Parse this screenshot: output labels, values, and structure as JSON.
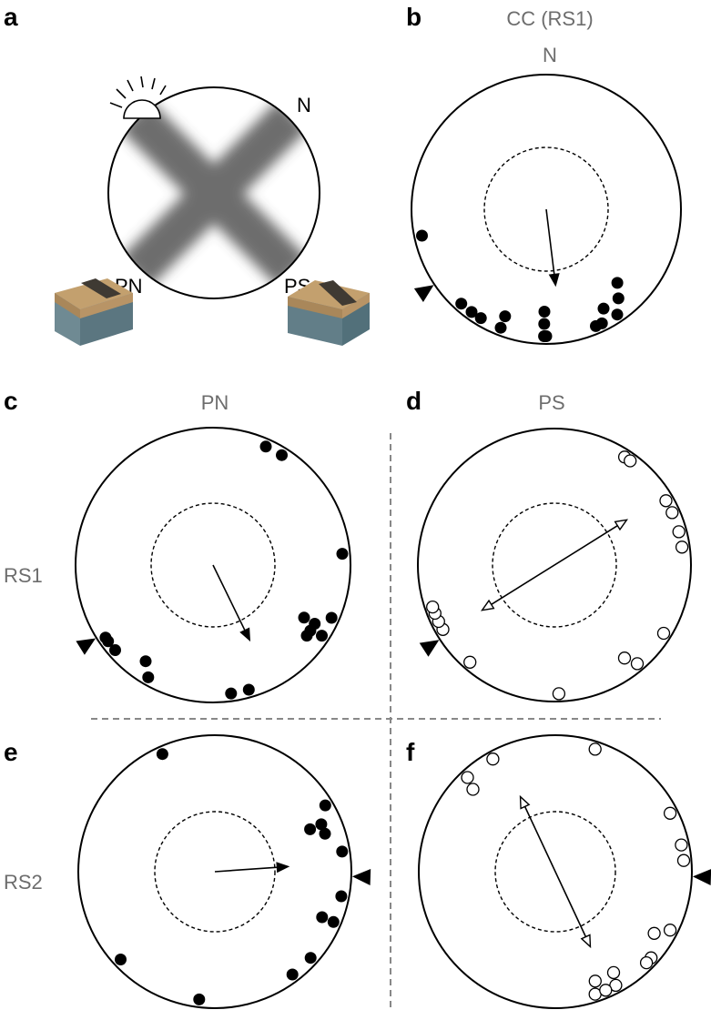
{
  "panel_letters": {
    "a": "a",
    "b": "b",
    "c": "c",
    "d": "d",
    "e": "e",
    "f": "f"
  },
  "labels": {
    "b_title": "CC (RS1)",
    "b_north": "N",
    "a_north": "N",
    "a_pn": "PN",
    "a_ps": "PS",
    "col_pn": "PN",
    "col_ps": "PS",
    "row_rs1": "RS1",
    "row_rs2": "RS2"
  },
  "colors": {
    "filled": "#000000",
    "open": "#ffffff",
    "stroke": "#000000",
    "divider": "#888888"
  },
  "icons": [
    "sun-icon",
    "box-icon",
    "arrowhead-marker-icon"
  ],
  "chart_data": [
    {
      "panel": "b",
      "type": "scatter",
      "title": "CC (RS1)",
      "marker": "filled",
      "dots": [
        258,
        222,
        216,
        211,
        201,
        201,
        181,
        181,
        181,
        180,
        157,
        154,
        150,
        146,
        141,
        136
      ],
      "stacks": [
        1,
        1,
        1,
        1,
        1,
        2,
        1,
        2,
        3,
        1,
        1,
        1,
        2,
        1,
        2,
        3
      ],
      "mean_arrow": {
        "angle_deg": 173,
        "length_ratio": 0.87,
        "type": "single"
      },
      "marker_deg": 236
    },
    {
      "panel": "c",
      "type": "scatter",
      "marker": "filled",
      "dots": [
        24,
        32,
        85,
        114,
        124,
        123,
        120,
        120,
        127,
        172,
        164,
        210,
        215,
        234,
        229,
        236
      ],
      "stacks": [
        1,
        1,
        1,
        1,
        2,
        1,
        2,
        3,
        2,
        1,
        1,
        1,
        2,
        1,
        1,
        1
      ],
      "mean_arrow": {
        "angle_deg": 154,
        "length_ratio": 0.95,
        "type": "single"
      },
      "marker_deg": 238
    },
    {
      "panel": "d",
      "type": "scatter",
      "marker": "open",
      "dots": [
        33,
        36,
        60,
        66,
        75,
        82,
        122,
        140,
        143,
        178,
        221,
        240,
        244,
        248,
        251
      ],
      "stacks": [
        1,
        1,
        1,
        1,
        1,
        1,
        1,
        1,
        2,
        1,
        1,
        1,
        1,
        1,
        1
      ],
      "mean_arrow": {
        "angle_deg": 58,
        "length_ratio": 0.97,
        "type": "bidirectional"
      },
      "marker_deg": 237
    },
    {
      "panel": "e",
      "type": "scatter",
      "marker": "filled",
      "dots": [
        336,
        59,
        66,
        66,
        81,
        71,
        101,
        113,
        113,
        132,
        143,
        187,
        227
      ],
      "stacks": [
        1,
        1,
        2,
        3,
        1,
        2,
        1,
        1,
        2,
        1,
        1,
        1,
        1
      ],
      "mean_arrow": {
        "angle_deg": 86,
        "length_ratio": 0.86,
        "type": "single"
      },
      "marker_deg": 92
    },
    {
      "panel": "f",
      "type": "scatter",
      "marker": "open",
      "dots": [
        317,
        331,
        315,
        18,
        63,
        78,
        85,
        117,
        122,
        132,
        135,
        152,
        162,
        157,
        160,
        150
      ],
      "stacks": [
        1,
        1,
        2,
        1,
        1,
        1,
        1,
        1,
        2,
        1,
        1,
        1,
        1,
        1,
        2,
        2
      ],
      "mean_arrow": {
        "angle_deg": 155,
        "length_ratio": 0.97,
        "type": "bidirectional"
      },
      "marker_deg": 92
    }
  ]
}
